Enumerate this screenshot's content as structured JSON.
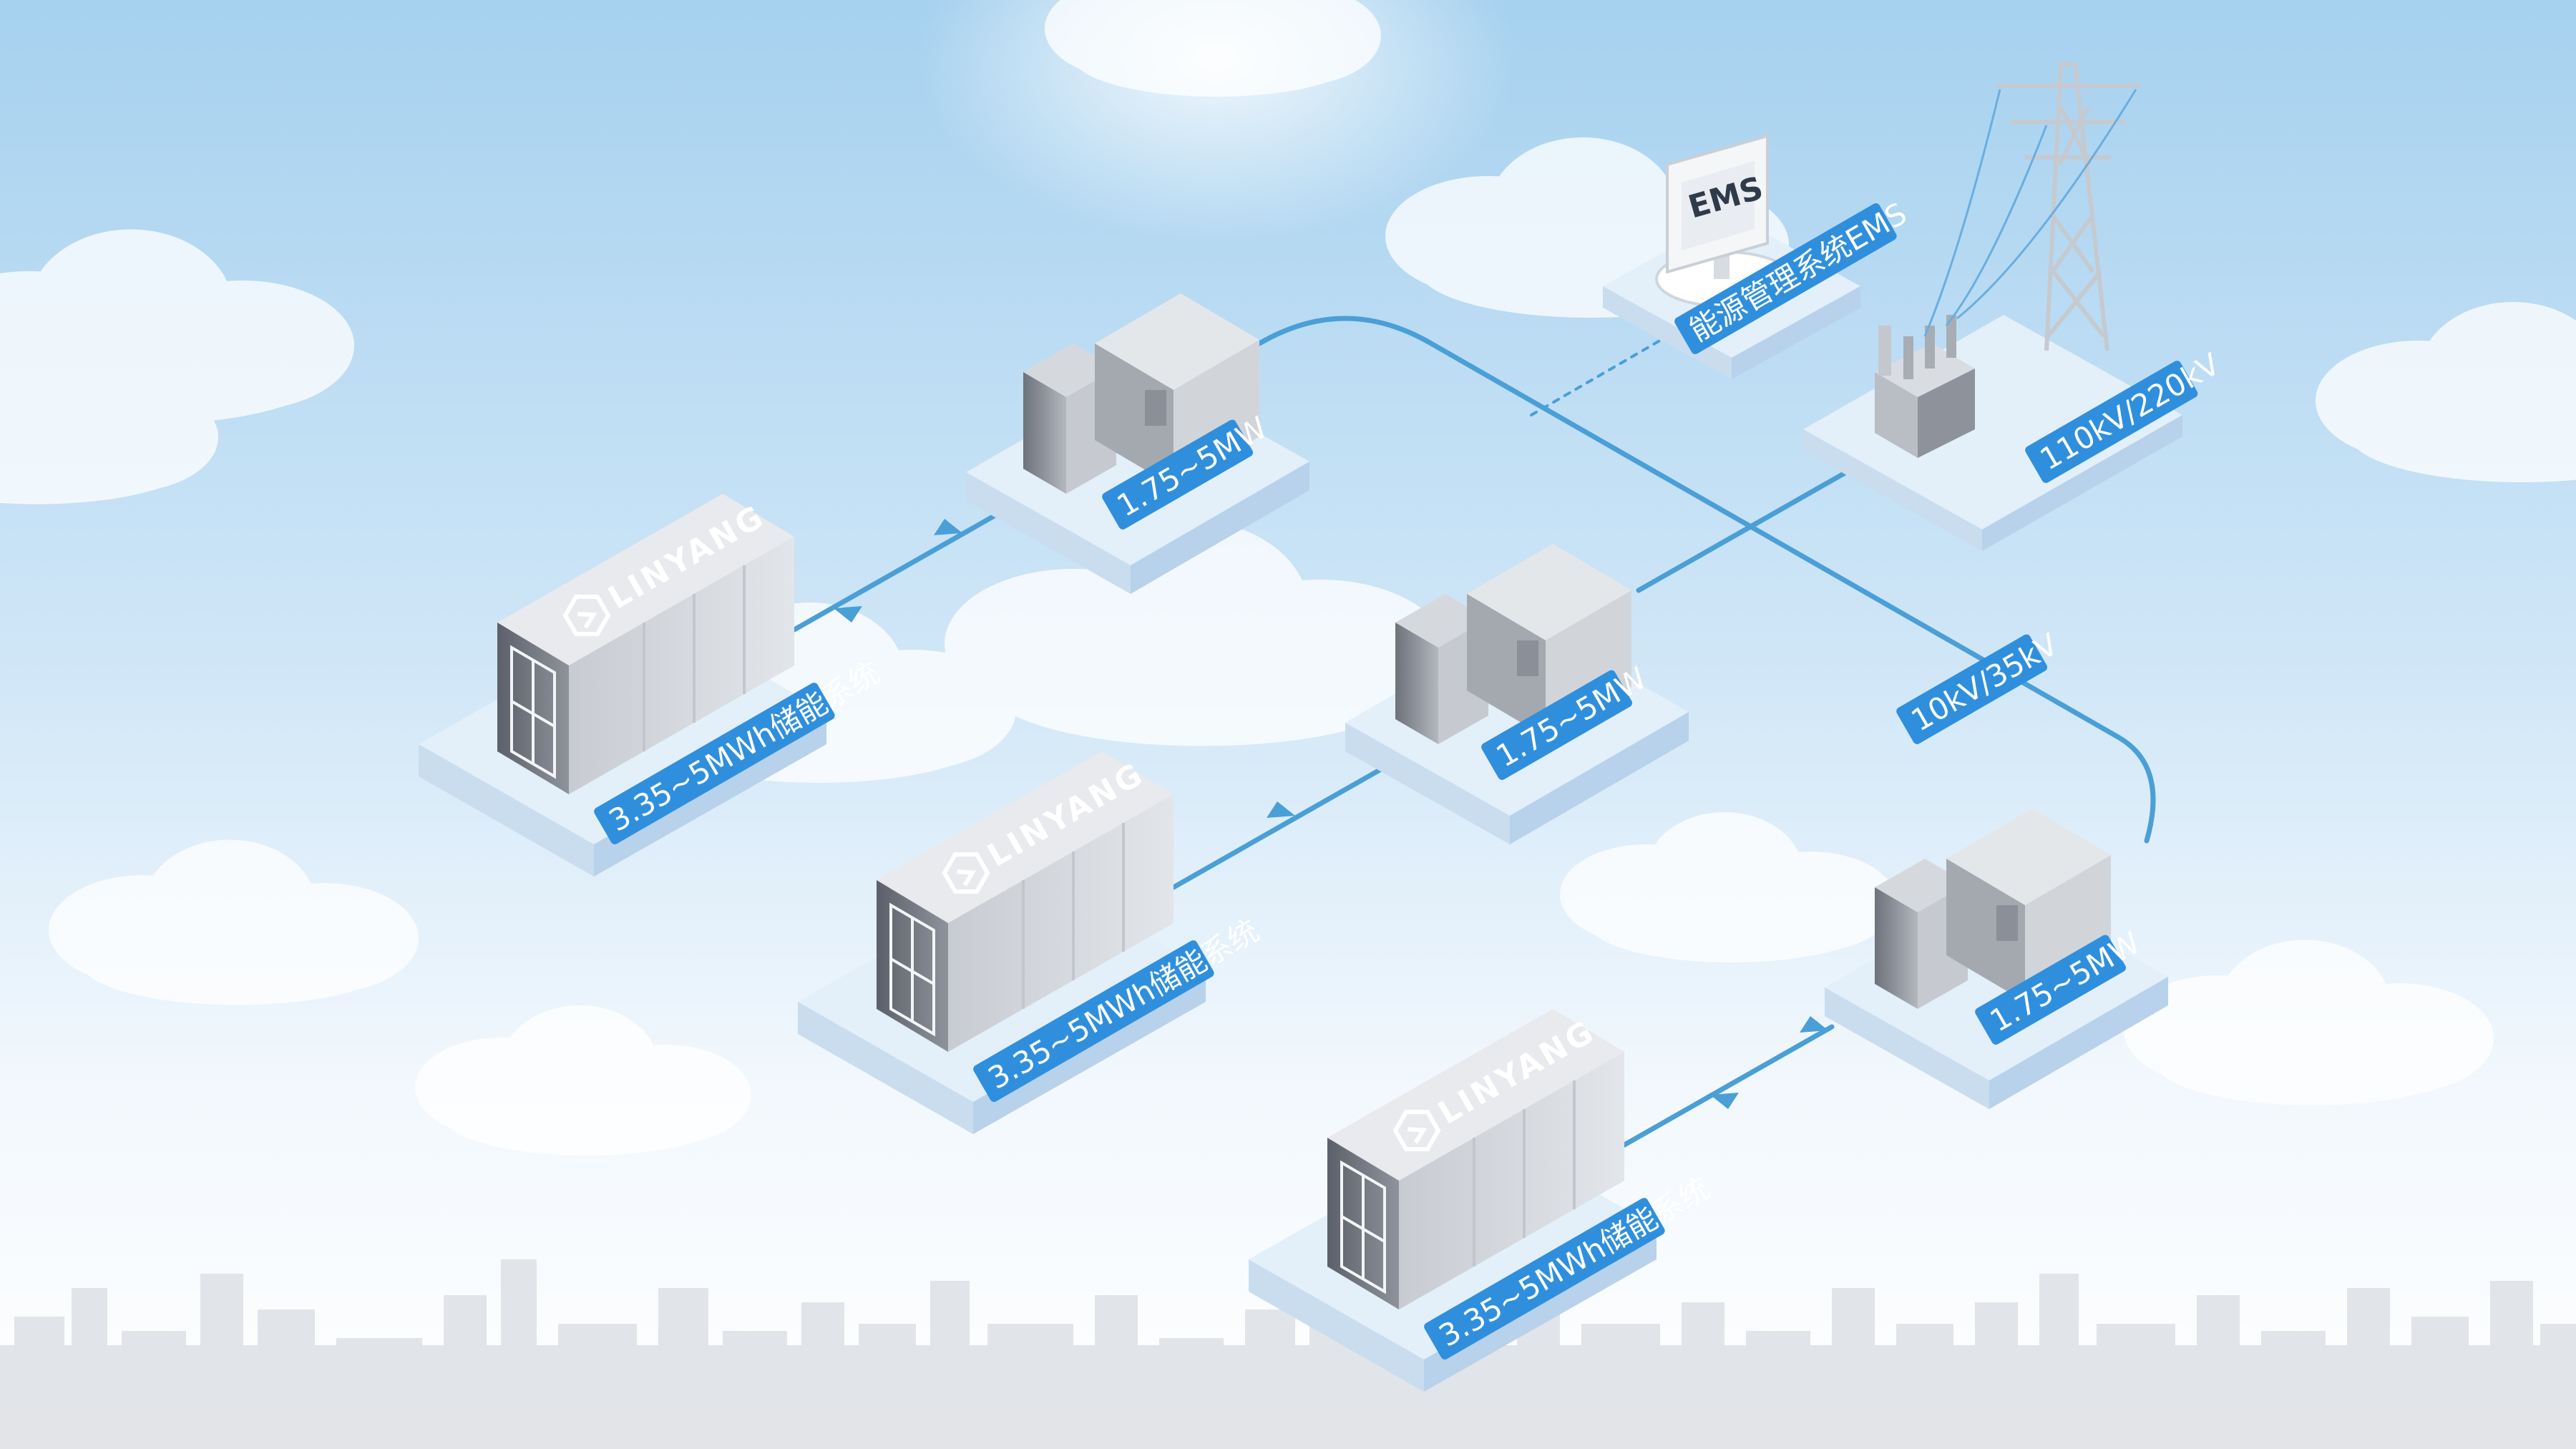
{
  "colors": {
    "sky_top": "#a9d3f0",
    "sky_bottom": "#ffffff",
    "line": "#4a9fd6",
    "tag": "#2f8fdd",
    "platform": "#e3eff9",
    "container": "#d9dde2"
  },
  "brand": "LINYANG",
  "ems": {
    "screen_text": "EMS",
    "label": "能源管理系统EMS"
  },
  "grid": {
    "transformer_label": "110kV/220kV",
    "line_label": "10kV/35kV"
  },
  "pcs_units": [
    {
      "label": "1.75~5MW"
    },
    {
      "label": "1.75~5MW"
    },
    {
      "label": "1.75~5MW"
    }
  ],
  "storage_units": [
    {
      "label": "3.35~5MWh储能系统",
      "brand": "LINYANG"
    },
    {
      "label": "3.35~5MWh储能系统",
      "brand": "LINYANG"
    },
    {
      "label": "3.35~5MWh储能系统",
      "brand": "LINYANG"
    }
  ],
  "icons": [
    "linyang-logo-icon",
    "tower-icon",
    "transformer-icon",
    "monitor-icon",
    "flow-arrow-icon"
  ]
}
